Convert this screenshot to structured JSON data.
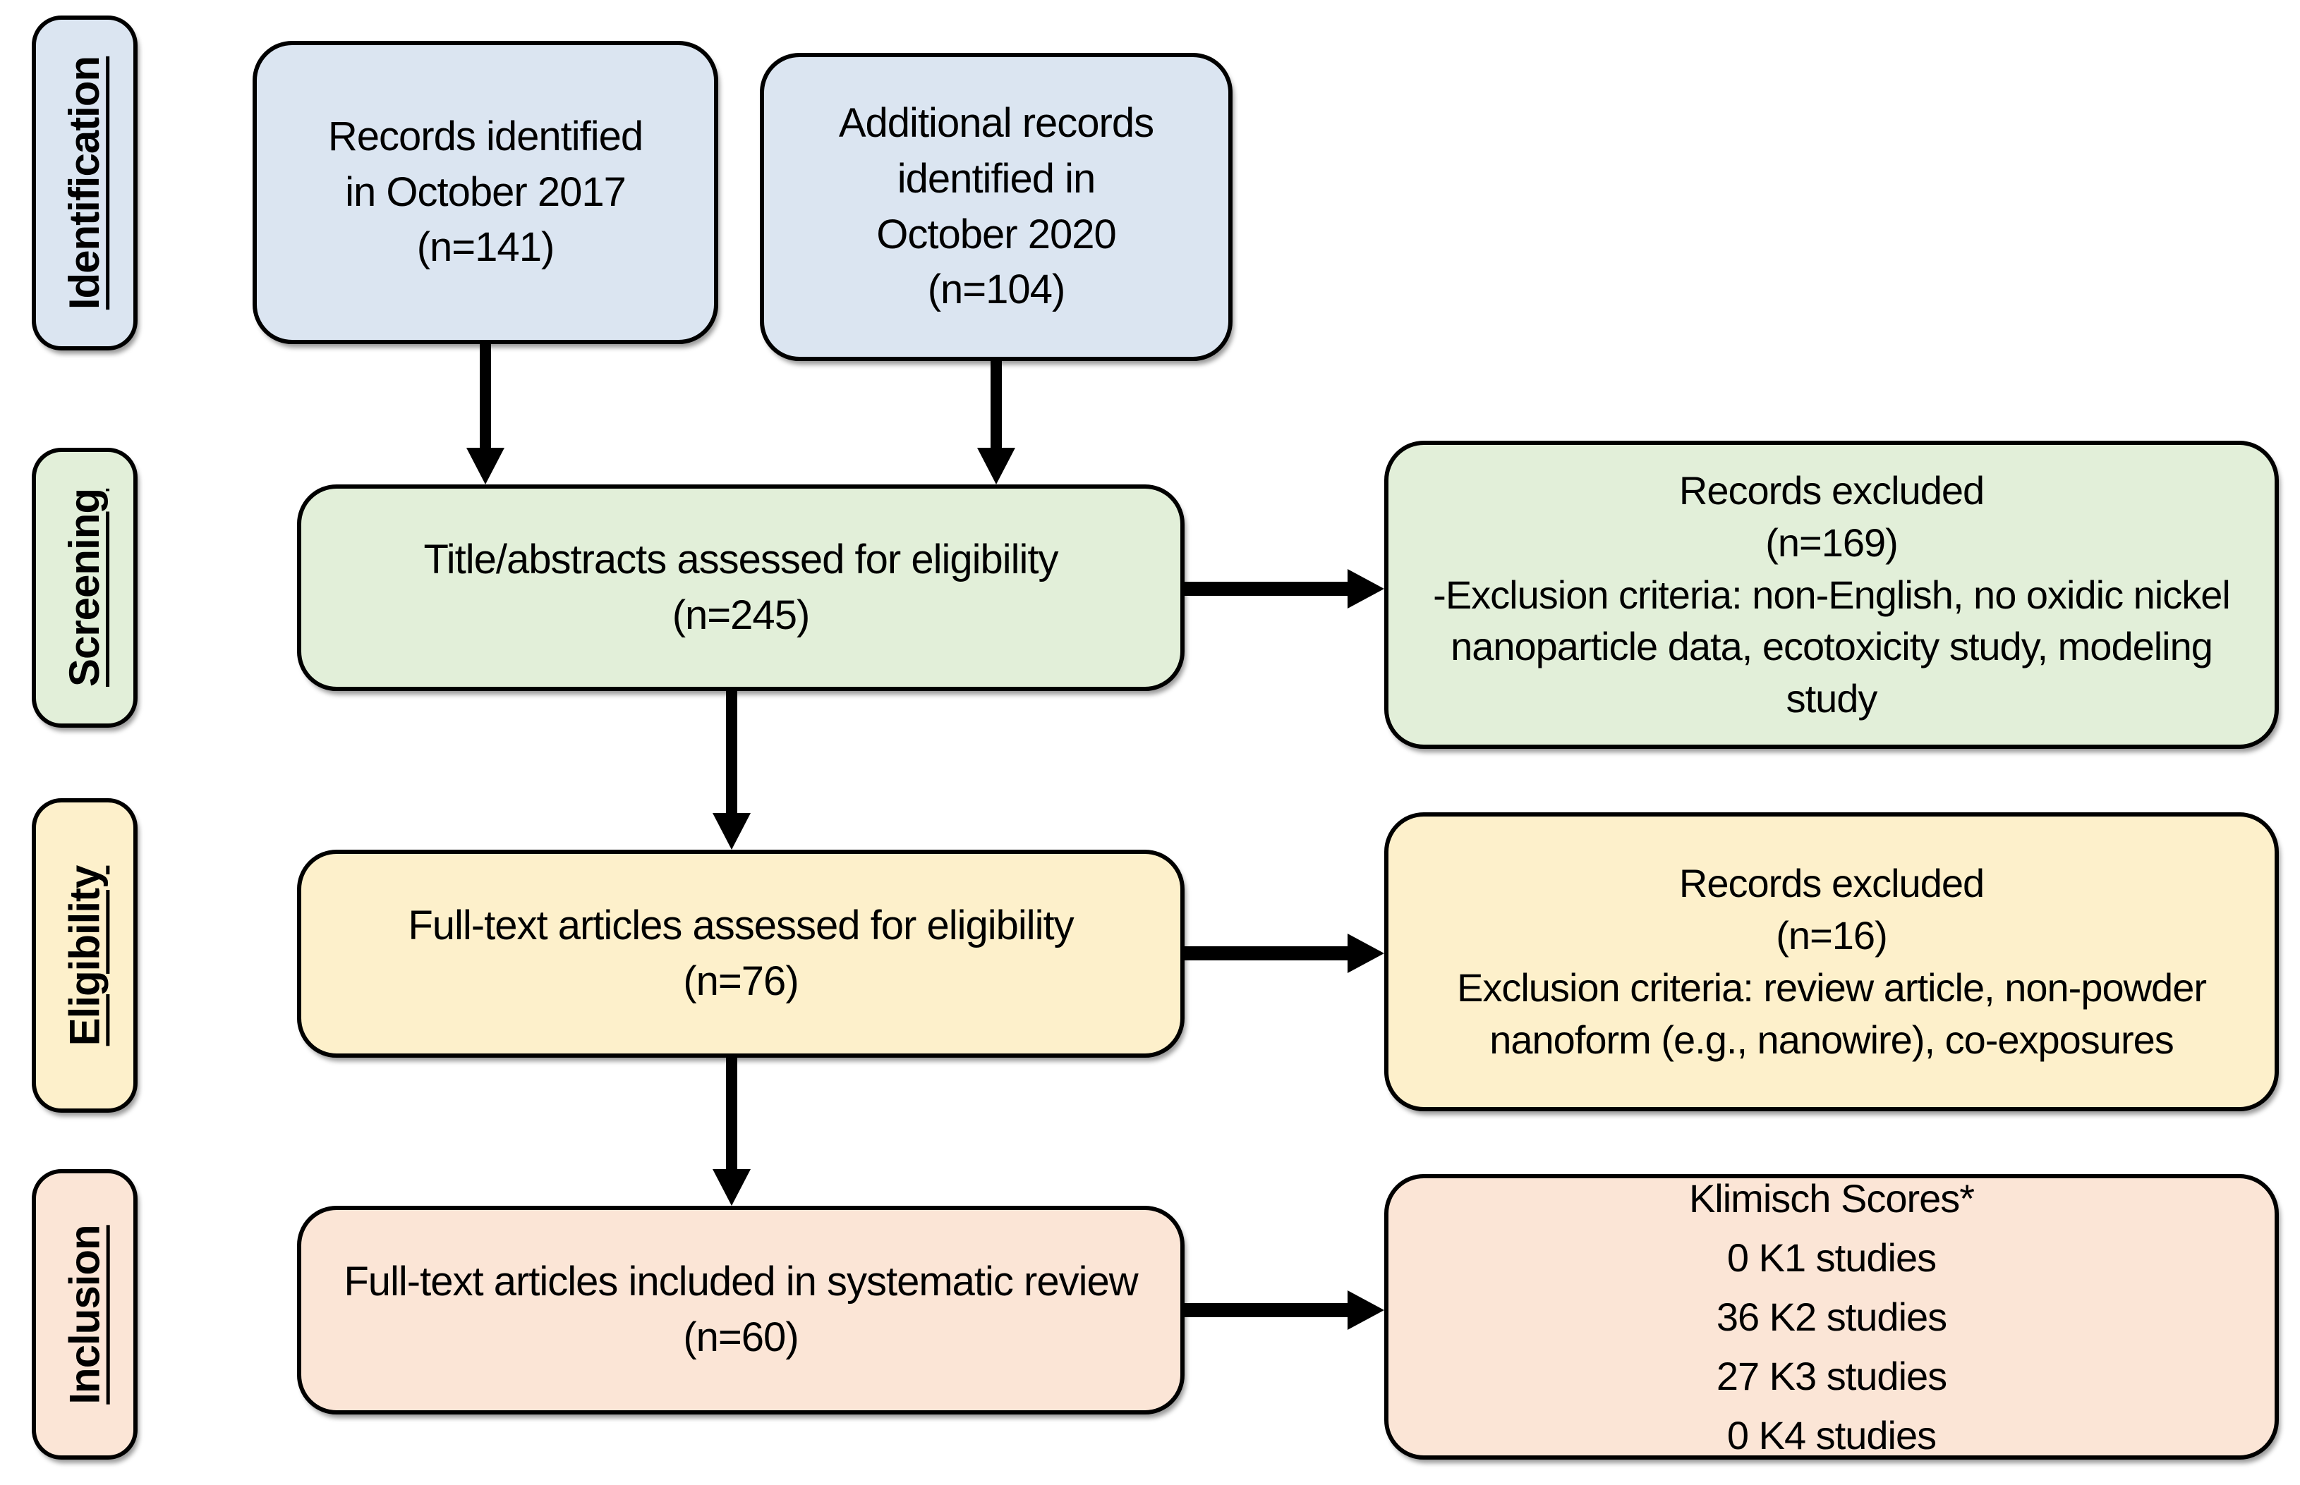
{
  "diagram_title": "PRISMA literature screening flow diagram",
  "colors": {
    "identification": "#dbe5f1",
    "screening": "#e2efd9",
    "eligibility": "#fdf0cb",
    "inclusion": "#fbe5d6",
    "border": "#000000",
    "arrow": "#000000"
  },
  "sidebar": {
    "items": [
      {
        "label": "Identification"
      },
      {
        "label": "Screening"
      },
      {
        "label": "Eligibility"
      },
      {
        "label": "Inclusion"
      }
    ]
  },
  "flow": {
    "identification": {
      "box_2017": {
        "line1": "Records identified",
        "line2": "in October 2017",
        "count": "(n=141)"
      },
      "box_2020": {
        "line1": "Additional records",
        "line2": "identified in",
        "line3": "October 2020",
        "count": "(n=104)"
      }
    },
    "screening": {
      "main": {
        "title": "Title/abstracts assessed for eligibility",
        "count": "(n=245)"
      },
      "excluded": {
        "title": "Records excluded",
        "count": "(n=169)",
        "criteria": "-Exclusion criteria: non-English, no oxidic nickel nanoparticle data, ecotoxicity study, modeling study"
      }
    },
    "eligibility": {
      "main": {
        "title": "Full-text articles assessed for eligibility",
        "count": "(n=76)"
      },
      "excluded": {
        "title": "Records excluded",
        "count": "(n=16)",
        "criteria": "Exclusion criteria: review article, non-powder nanoform (e.g., nanowire), co-exposures"
      }
    },
    "inclusion": {
      "main": {
        "title": "Full-text articles included in systematic review",
        "count": "(n=60)"
      },
      "klimisch": {
        "title": "Klimisch Scores*",
        "rows": [
          "0 K1 studies",
          "36 K2 studies",
          "27 K3 studies",
          "0 K4 studies"
        ]
      }
    }
  }
}
